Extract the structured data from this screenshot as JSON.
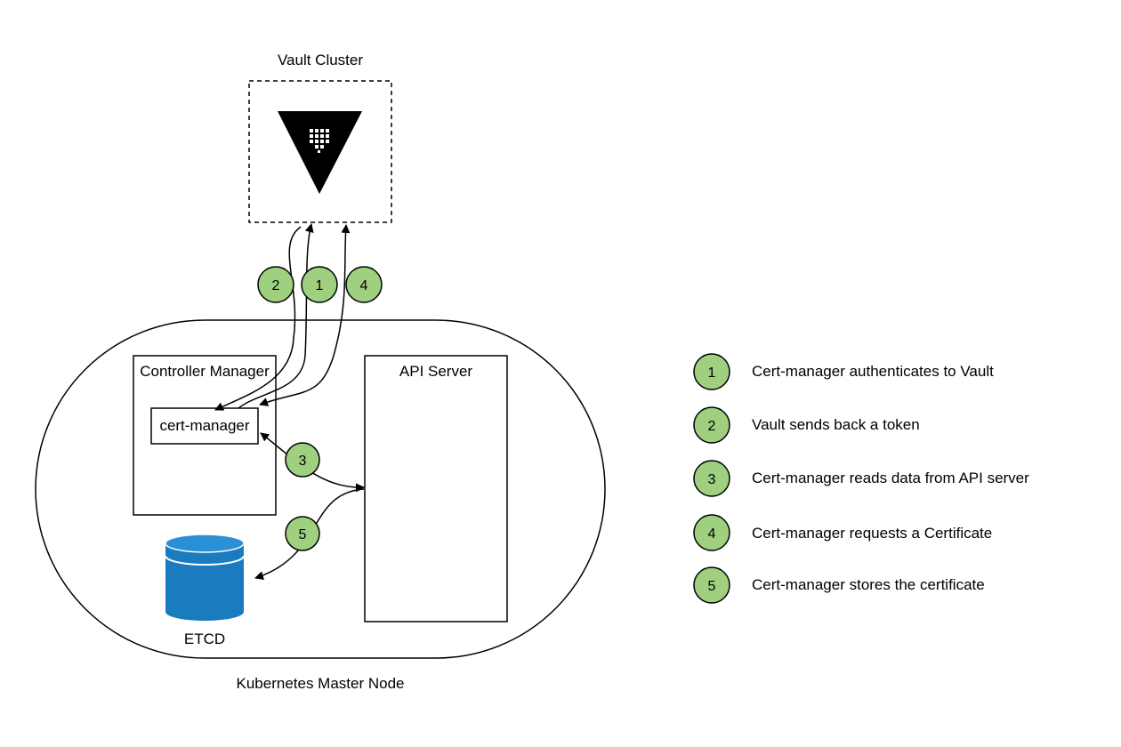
{
  "vault": {
    "title": "Vault Cluster"
  },
  "master_node": {
    "label": "Kubernetes Master Node",
    "controller_manager": "Controller Manager",
    "cert_manager": "cert-manager",
    "api_server": "API Server",
    "etcd": "ETCD"
  },
  "flow_badges": [
    "2",
    "1",
    "4",
    "3",
    "5"
  ],
  "legend": [
    {
      "num": "1",
      "text": "Cert-manager authenticates to Vault"
    },
    {
      "num": "2",
      "text": "Vault sends back a token"
    },
    {
      "num": "3",
      "text": "Cert-manager reads data from API server"
    },
    {
      "num": "4",
      "text": "Cert-manager requests a Certificate"
    },
    {
      "num": "5",
      "text": "Cert-manager stores the certificate"
    }
  ],
  "colors": {
    "badge_fill": "#9ed07f",
    "etcd_blue": "#1a7bbf",
    "etcd_top": "#2a8fd4"
  },
  "icons": [
    "vault-logo-icon",
    "database-icon"
  ]
}
